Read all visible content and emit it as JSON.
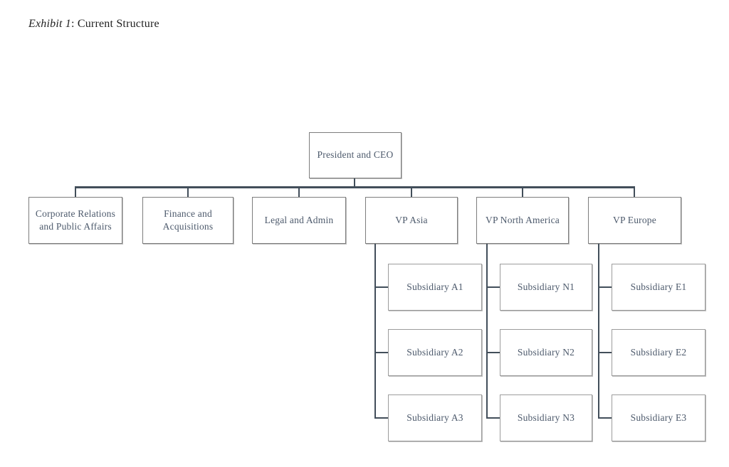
{
  "title": {
    "exhibit": "Exhibit 1",
    "rest": ": Current Structure"
  },
  "colors": {
    "connector-line": "#424e5a",
    "node-border": "#7d7d7d",
    "subsidiary-border": "#9c9c9c",
    "node-text": "#4d5a6c",
    "title-text": "#1f1f1f",
    "page-background": "#ffffff"
  },
  "org_chart": {
    "type": "organizational-chart",
    "root": {
      "label": "President and CEO",
      "children": [
        {
          "label": "Corporate Relations and Public Affairs",
          "children": []
        },
        {
          "label": "Finance and Acquisitions",
          "children": []
        },
        {
          "label": "Legal and Admin",
          "children": []
        },
        {
          "label": "VP Asia",
          "children": [
            {
              "label": "Subsidiary A1"
            },
            {
              "label": "Subsidiary A2"
            },
            {
              "label": "Subsidiary A3"
            }
          ]
        },
        {
          "label": "VP North America",
          "children": [
            {
              "label": "Subsidiary N1"
            },
            {
              "label": "Subsidiary N2"
            },
            {
              "label": "Subsidiary N3"
            }
          ]
        },
        {
          "label": "VP Europe",
          "children": [
            {
              "label": "Subsidiary E1"
            },
            {
              "label": "Subsidiary E2"
            },
            {
              "label": "Subsidiary E3"
            }
          ]
        }
      ]
    }
  }
}
